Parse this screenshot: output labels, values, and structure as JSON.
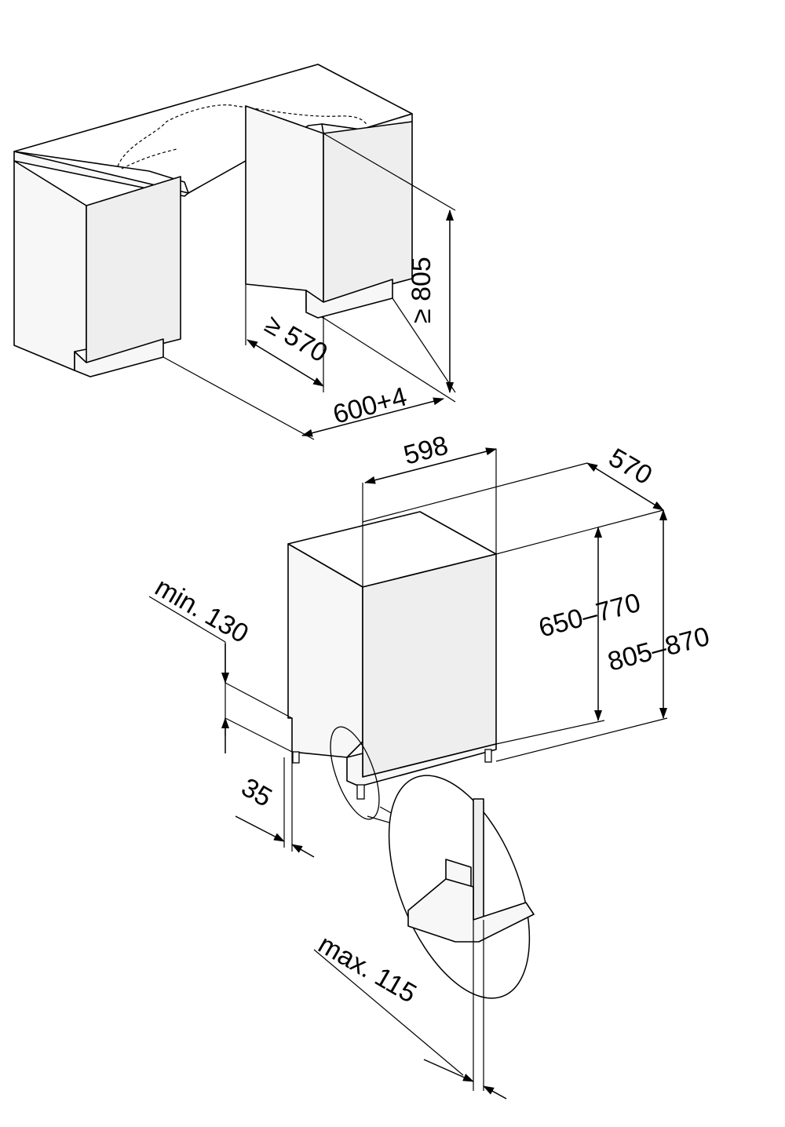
{
  "dimensions": {
    "niche_height": "≥ 805",
    "niche_depth": "≥ 570",
    "niche_width": "600+4",
    "appliance_width": "598",
    "appliance_depth": "570",
    "door_height": "650–770",
    "appliance_height": "805–870",
    "plinth_height": "min. 130",
    "foot_offset": "35",
    "door_overhang": "max. 115"
  }
}
